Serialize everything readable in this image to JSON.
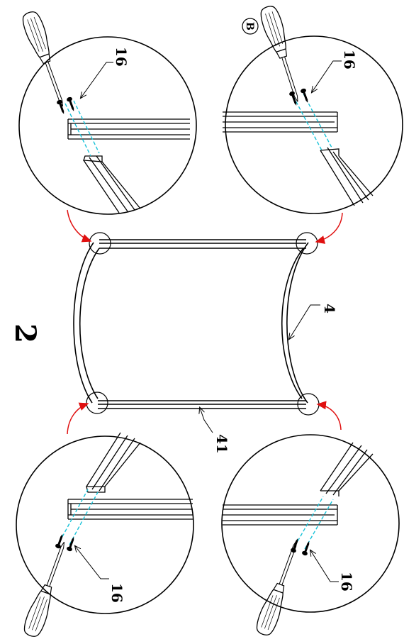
{
  "step_number": "2",
  "labels": {
    "part_frame_side": "4",
    "part_frame_bar": "41",
    "screw_top_left": "16",
    "screw_top_right": "16",
    "screw_bottom_left": "16",
    "screw_bottom_right": "16",
    "tool_marker": "B"
  },
  "colors": {
    "line": "#000000",
    "alignment_guide": "#17c2d8",
    "detail_arrow": "#e01010",
    "background": "#ffffff"
  }
}
